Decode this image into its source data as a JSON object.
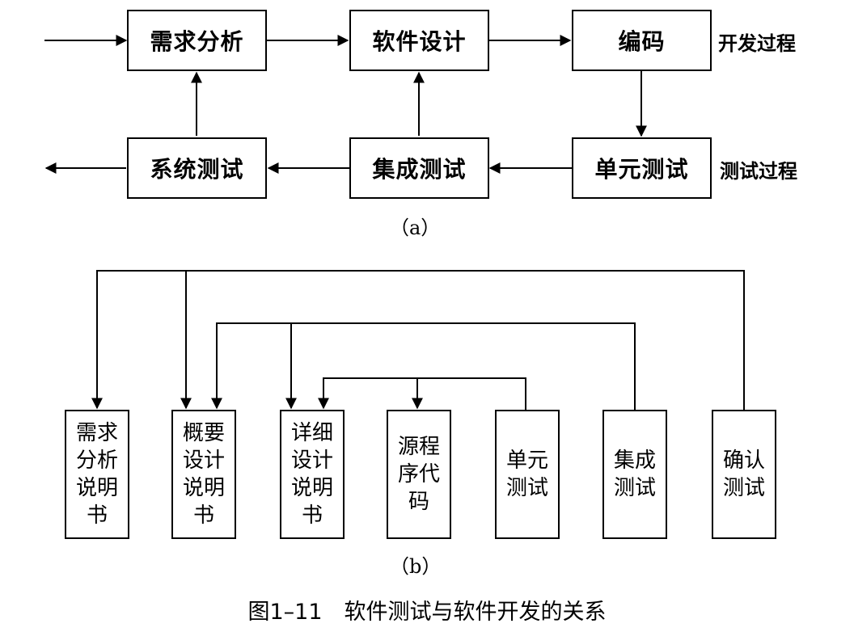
{
  "diagram_a": {
    "nodes": {
      "requirements_analysis": "需求分析",
      "software_design": "软件设计",
      "coding": "编码",
      "system_test": "系统测试",
      "integration_test": "集成测试",
      "unit_test": "单元测试"
    },
    "row_labels": {
      "development": "开发过程",
      "testing": "测试过程"
    },
    "sublabel": "（a）"
  },
  "diagram_b": {
    "columns": [
      {
        "id": "req_spec",
        "label": "需求分析说明书"
      },
      {
        "id": "outline_design_spec",
        "label": "概要设计说明书"
      },
      {
        "id": "detail_design_spec",
        "label": "详细设计说明书"
      },
      {
        "id": "source_code",
        "label": "源程序代码"
      },
      {
        "id": "unit_test",
        "label": "单元测试"
      },
      {
        "id": "integration_test",
        "label": "集成测试"
      },
      {
        "id": "acceptance_test",
        "label": "确认测试"
      }
    ],
    "sublabel": "（b）"
  },
  "caption": "图1–11　软件测试与软件开发的关系"
}
